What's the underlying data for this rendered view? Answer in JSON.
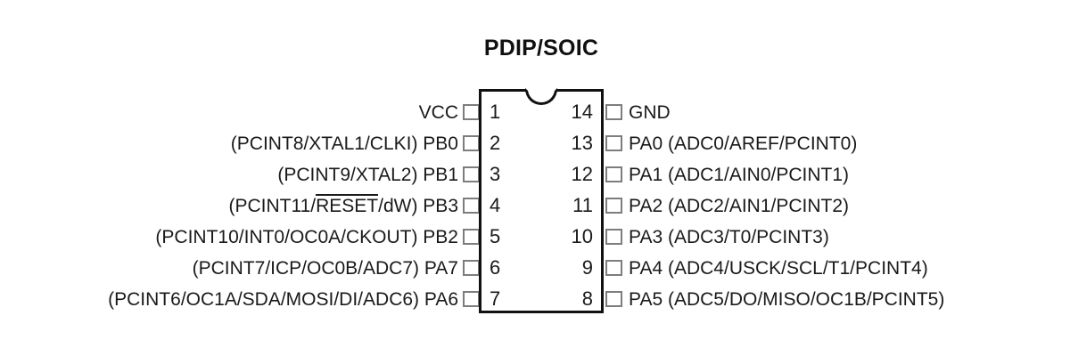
{
  "title": "PDIP/SOIC",
  "package": {
    "pin_count": 14,
    "rows": 7,
    "notch": "top-center-semicircle"
  },
  "colors": {
    "body_outline": "#111111",
    "lead_outline": "#7d7d7d",
    "text": "#1a1a1a",
    "background": "#ffffff"
  },
  "pins": [
    {
      "left_number": "1",
      "left_label": "VCC",
      "right_number": "14",
      "right_label": "GND"
    },
    {
      "left_number": "2",
      "left_label": "(PCINT8/XTAL1/CLKI) PB0",
      "right_number": "13",
      "right_label": "PA0 (ADC0/AREF/PCINT0)"
    },
    {
      "left_number": "3",
      "left_label": "(PCINT9/XTAL2) PB1",
      "right_number": "12",
      "right_label": "PA1 (ADC1/AIN0/PCINT1)"
    },
    {
      "left_number": "4",
      "left_label_pre": "(PCINT11/",
      "left_label_overbar": "RESET",
      "left_label_post": "/dW) PB3",
      "right_number": "11",
      "right_label": "PA2 (ADC2/AIN1/PCINT2)"
    },
    {
      "left_number": "5",
      "left_label": "(PCINT10/INT0/OC0A/CKOUT) PB2",
      "right_number": "10",
      "right_label": "PA3 (ADC3/T0/PCINT3)"
    },
    {
      "left_number": "6",
      "left_label": "(PCINT7/ICP/OC0B/ADC7) PA7",
      "right_number": "9",
      "right_label": "PA4 (ADC4/USCK/SCL/T1/PCINT4)"
    },
    {
      "left_number": "7",
      "left_label": "(PCINT6/OC1A/SDA/MOSI/DI/ADC6) PA6",
      "right_number": "8",
      "right_label": "PA5 (ADC5/DO/MISO/OC1B/PCINT5)"
    }
  ]
}
